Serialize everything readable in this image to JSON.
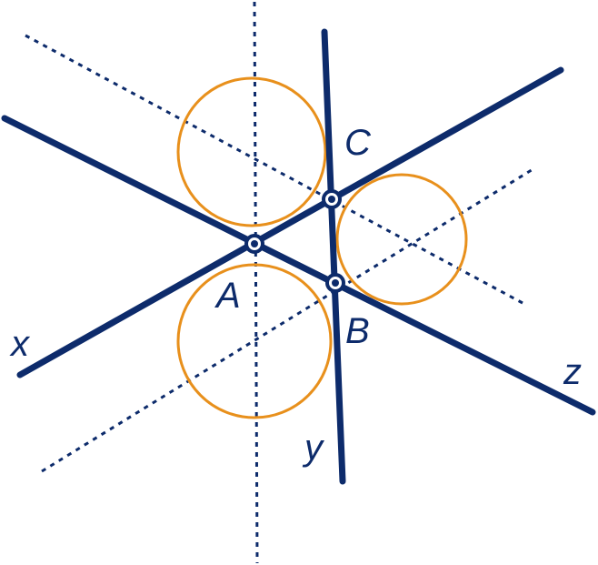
{
  "colors": {
    "line": "#0d2b6b",
    "circle": "#e8901c",
    "background": "#ffffff"
  },
  "points": {
    "a": "A",
    "b": "B",
    "c": "C"
  },
  "lines": {
    "x": "x",
    "y": "y",
    "z": "z"
  }
}
